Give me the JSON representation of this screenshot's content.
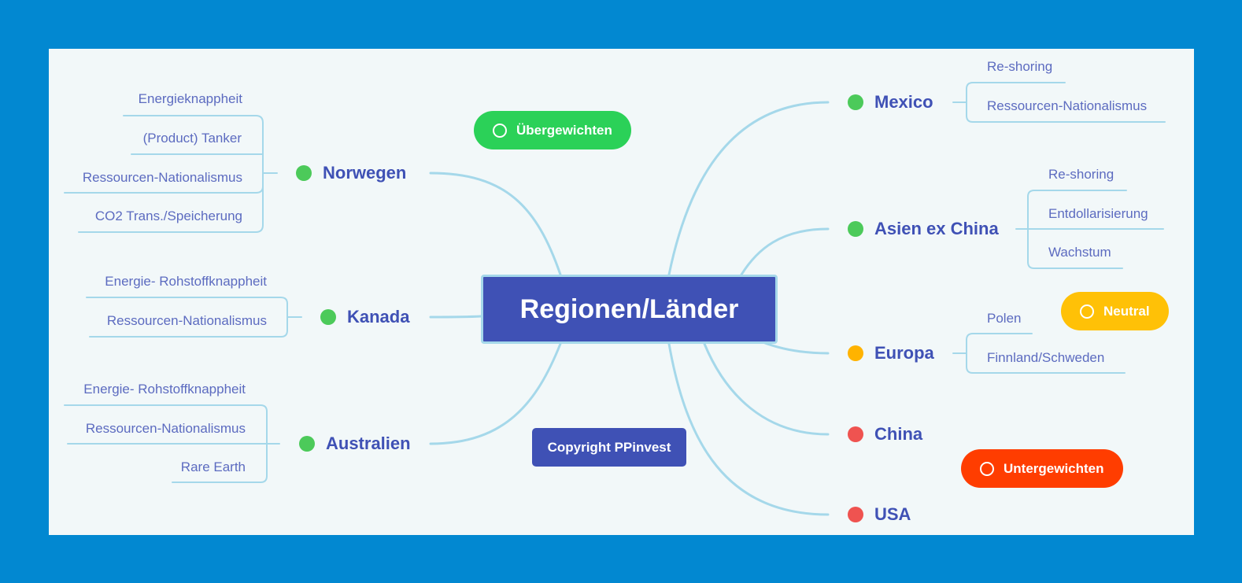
{
  "center": "Regionen/Länder",
  "colors": {
    "green": "#4cca5a",
    "yellow": "#ffb300",
    "red": "#ef5350",
    "pill_green": "#2bd158",
    "pill_yellow": "#ffc107",
    "pill_red": "#ff3d00"
  },
  "legend": {
    "overweight": "Übergewichten",
    "neutral": "Neutral",
    "underweight": "Untergewichten"
  },
  "copyright": "Copyright PPinvest",
  "left": {
    "norwegen": {
      "label": "Norwegen",
      "status": "green",
      "leaves": [
        "Energieknappheit",
        "(Product) Tanker",
        "Ressourcen-Nationalismus",
        "CO2 Trans./Speicherung"
      ]
    },
    "kanada": {
      "label": "Kanada",
      "status": "green",
      "leaves": [
        "Energie- Rohstoffknappheit",
        "Ressourcen-Nationalismus"
      ]
    },
    "australien": {
      "label": "Australien",
      "status": "green",
      "leaves": [
        "Energie- Rohstoffknappheit",
        "Ressourcen-Nationalismus",
        "Rare Earth"
      ]
    }
  },
  "right": {
    "mexico": {
      "label": "Mexico",
      "status": "green",
      "leaves": [
        "Re-shoring",
        "Ressourcen-Nationalismus"
      ]
    },
    "asien": {
      "label": "Asien ex China",
      "status": "green",
      "leaves": [
        "Re-shoring",
        "Entdollarisierung",
        "Wachstum"
      ]
    },
    "europa": {
      "label": "Europa",
      "status": "yellow",
      "leaves": [
        "Polen",
        "Finnland/Schweden"
      ]
    },
    "china": {
      "label": "China",
      "status": "red",
      "leaves": []
    },
    "usa": {
      "label": "USA",
      "status": "red",
      "leaves": []
    }
  }
}
